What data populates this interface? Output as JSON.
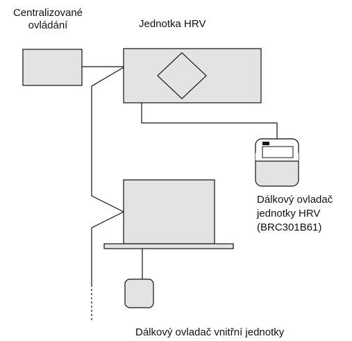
{
  "labels": {
    "central_control": [
      "Centralizované",
      "ovládání"
    ],
    "hrv_unit": "Jednotka HRV",
    "hrv_remote": [
      "Dálkový ovladač",
      "jednotky HRV",
      "(BRC301B61)"
    ],
    "indoor_remote": "Dálkový ovladač vnitřní jednotky"
  },
  "colors": {
    "box_fill": "#e3e3e3",
    "stroke": "#111111",
    "background": "#ffffff"
  }
}
